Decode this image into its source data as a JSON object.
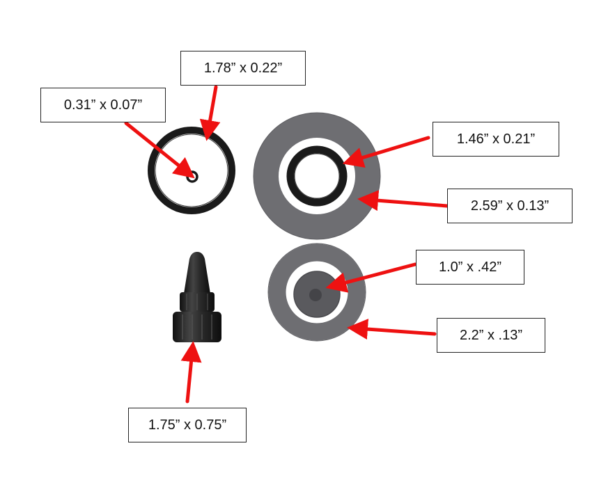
{
  "labels": {
    "small_oring": "0.31” x 0.07”",
    "large_oring": "1.78” x 0.22”",
    "inner_oring": "1.46” x 0.21”",
    "outer_gasket_top": "2.59” x 0.13”",
    "center_disc": "1.0” x .42”",
    "outer_gasket_bottom": "2.2” x .13”",
    "nozzle": "1.75” x 0.75”"
  },
  "colors": {
    "arrow": "#ee1111",
    "oring": "#1a1a1a",
    "gasket": "#6e6e72",
    "nozzle": "#2a2a2a",
    "box_border": "#222222"
  }
}
